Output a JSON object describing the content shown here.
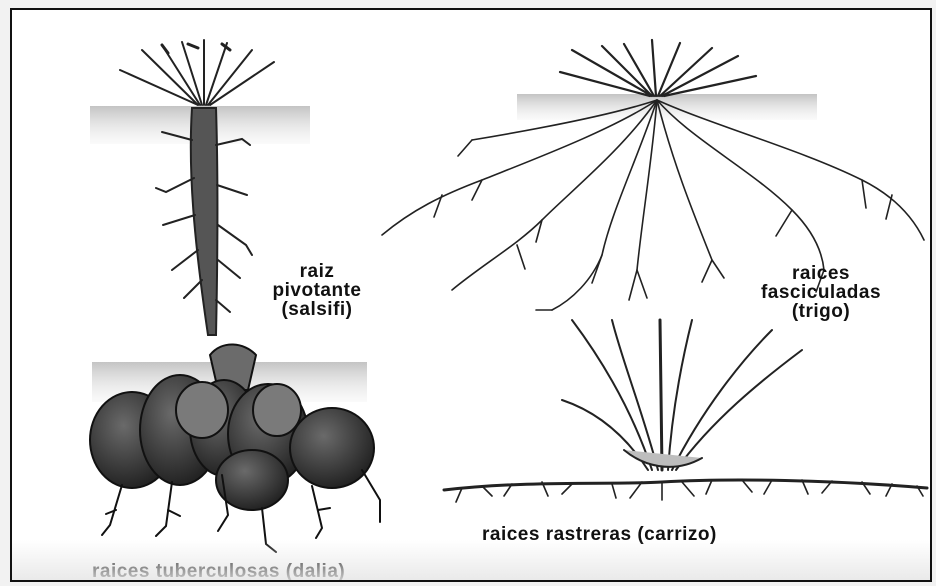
{
  "diagram": {
    "labels": {
      "pivotante": [
        "raiz",
        "pivotante",
        "(salsifi)"
      ],
      "fasciculadas": [
        "raices",
        "fasciculadas",
        "(trigo)"
      ],
      "rastreras": "raices rastreras (carrizo)",
      "tuberculosas": "raices tuberculosas (dalia)"
    },
    "colors": {
      "ink": "#222222",
      "soil": "#cfcfcf",
      "tuber": "#3a3a3a",
      "background": "#ffffff"
    }
  }
}
